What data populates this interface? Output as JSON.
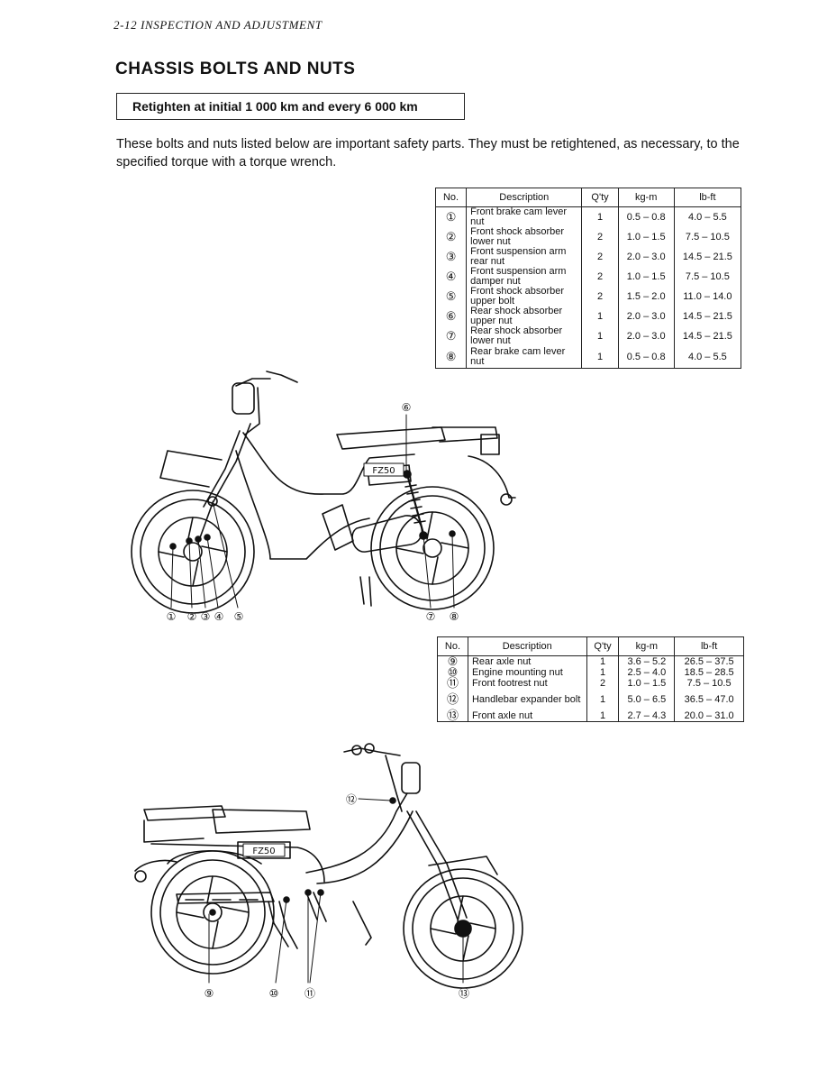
{
  "header": {
    "running_head": "2-12  INSPECTION AND ADJUSTMENT"
  },
  "title": "CHASSIS BOLTS AND NUTS",
  "interval": "Retighten at initial 1 000 km and every 6 000 km",
  "intro": "These bolts and nuts listed below are important safety parts. They must be retightened, as necessary, to the specified torque with a torque wrench.",
  "table_headers": {
    "no": "No.",
    "description": "Description",
    "qty": "Q'ty",
    "kgm": "kg-m",
    "lbft": "lb-ft"
  },
  "table_a": [
    {
      "no": "①",
      "description": "Front brake cam lever nut",
      "qty": "1",
      "kgm": "0.5 – 0.8",
      "lbft": "4.0 –  5.5"
    },
    {
      "no": "②",
      "description": "Front shock absorber lower nut",
      "qty": "2",
      "kgm": "1.0 – 1.5",
      "lbft": "7.5 – 10.5"
    },
    {
      "no": "③",
      "description": "Front suspension arm rear nut",
      "qty": "2",
      "kgm": "2.0 – 3.0",
      "lbft": "14.5 – 21.5"
    },
    {
      "no": "④",
      "description": "Front suspension arm damper nut",
      "qty": "2",
      "kgm": "1.0 – 1.5",
      "lbft": "7.5 – 10.5"
    },
    {
      "no": "⑤",
      "description": "Front shock absorber upper bolt",
      "qty": "2",
      "kgm": "1.5 – 2.0",
      "lbft": "11.0 – 14.0"
    },
    {
      "no": "⑥",
      "description": "Rear shock absorber upper nut",
      "qty": "1",
      "kgm": "2.0 – 3.0",
      "lbft": "14.5 – 21.5"
    },
    {
      "no": "⑦",
      "description": "Rear shock absorber lower nut",
      "qty": "1",
      "kgm": "2.0 – 3.0",
      "lbft": "14.5 – 21.5"
    },
    {
      "no": "⑧",
      "description": "Rear brake cam lever nut",
      "qty": "1",
      "kgm": "0.5 – 0.8",
      "lbft": "4.0 –  5.5"
    }
  ],
  "table_b": [
    {
      "no": "⑨",
      "description": "Rear axle nut",
      "qty": "1",
      "kgm": "3.6 – 5.2",
      "lbft": "26.5 – 37.5"
    },
    {
      "no": "⑩",
      "description": "Engine mounting nut",
      "qty": "1",
      "kgm": "2.5 – 4.0",
      "lbft": "18.5 – 28.5"
    },
    {
      "no": "⑪",
      "description": "Front footrest nut",
      "qty": "2",
      "kgm": "1.0 – 1.5",
      "lbft": "7.5 – 10.5"
    },
    {
      "no": "⑫",
      "description": "Handlebar expander bolt",
      "qty": "1",
      "kgm": "5.0 – 6.5",
      "lbft": "36.5 – 47.0"
    },
    {
      "no": "⑬",
      "description": "Front axle nut",
      "qty": "1",
      "kgm": "2.7 – 4.3",
      "lbft": "20.0 – 31.0"
    }
  ],
  "diagram_top": {
    "model_badge": "FZ50",
    "callouts": [
      "①",
      "②",
      "③",
      "④",
      "⑤",
      "⑥",
      "⑦",
      "⑧"
    ]
  },
  "diagram_bottom": {
    "model_badge": "FZ50",
    "callouts": [
      "⑨",
      "⑩",
      "⑪",
      "⑫",
      "⑬"
    ]
  }
}
